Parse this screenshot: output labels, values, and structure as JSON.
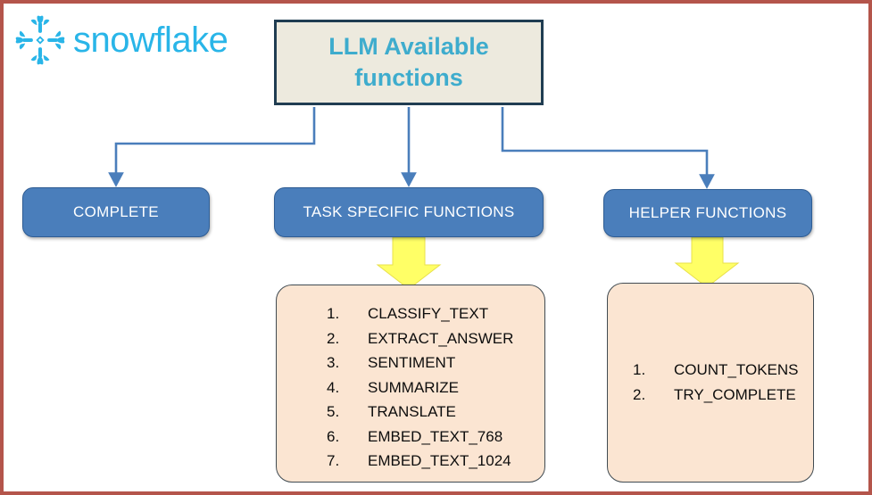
{
  "brand": {
    "name": "snowflake",
    "logo_icon": "snowflake-icon",
    "logo_color": "#29b5e8"
  },
  "colors": {
    "frame_border": "#b4554b",
    "title_fill": "#edeade",
    "title_border": "#203d52",
    "title_text": "#3eaccd",
    "process_fill": "#4a7ebb",
    "process_text": "#ffffff",
    "panel_fill": "#fbe5d2",
    "panel_border": "#404b52",
    "connector": "#4a7ebb",
    "block_arrow": "#ffff66"
  },
  "title": {
    "line1": "LLM Available",
    "line2": "functions",
    "text": "LLM Available functions"
  },
  "branches": [
    {
      "id": "complete",
      "label": "COMPLETE"
    },
    {
      "id": "task",
      "label": "TASK SPECIFIC FUNCTIONS"
    },
    {
      "id": "helper",
      "label": "HELPER FUNCTIONS"
    }
  ],
  "task_functions": [
    {
      "num": "1.",
      "name": "CLASSIFY_TEXT"
    },
    {
      "num": "2.",
      "name": "EXTRACT_ANSWER"
    },
    {
      "num": "3.",
      "name": "SENTIMENT"
    },
    {
      "num": "4.",
      "name": "SUMMARIZE"
    },
    {
      "num": "5.",
      "name": "TRANSLATE"
    },
    {
      "num": "6.",
      "name": "EMBED_TEXT_768"
    },
    {
      "num": "7.",
      "name": "EMBED_TEXT_1024"
    }
  ],
  "helper_functions": [
    {
      "num": "1.",
      "name": "COUNT_TOKENS"
    },
    {
      "num": "2.",
      "name": "TRY_COMPLETE"
    }
  ]
}
